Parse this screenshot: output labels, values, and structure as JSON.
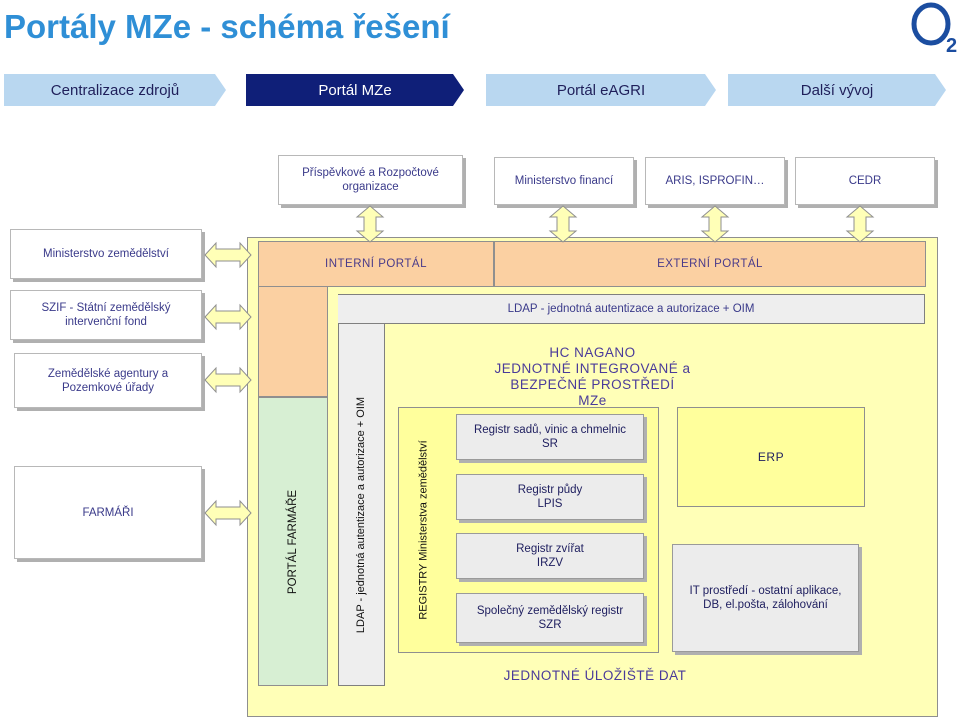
{
  "title": "Portály MZe - schéma řešení",
  "logo_text": "O2",
  "steps": [
    {
      "label": "Centralizace zdrojů"
    },
    {
      "label": "Portál MZe"
    },
    {
      "label": "Portál eAGRI"
    },
    {
      "label": "Další vývoj"
    }
  ],
  "top_boxes": {
    "prispevkove": "Příspěvkové a Rozpočtové organizace",
    "finance": "Ministerstvo financí",
    "aris": "ARIS, ISPROFIN…",
    "cedr": "CEDR"
  },
  "left_boxes": {
    "mze": "Ministerstvo zemědělství",
    "szif": "SZIF - Státní zemědělský intervenční fond",
    "agentury": "Zemědělské agentury a Pozemkové úřady",
    "farmari": "FARMÁŘI"
  },
  "portals": {
    "interni": "INTERNÍ PORTÁL",
    "externi": "EXTERNÍ PORTÁL",
    "farmare": "PORTÁL FARMÁŘE"
  },
  "ldap": {
    "horizontal": "LDAP - jednotná autentizace a autorizace + OIM",
    "vertical": "LDAP - jednotná autentizace a autorizace + OIM"
  },
  "hc_nagano": {
    "line1": "HC NAGANO",
    "line2": "JEDNOTNÉ INTEGROVANÉ a",
    "line3": "BEZPEČNÉ PROSTŘEDÍ",
    "line4": "MZe"
  },
  "registry": {
    "label": "REGISTRY Ministerstva zemědělství",
    "items": [
      {
        "line1": "Registr sadů, vinic a chmelnic",
        "line2": "SR"
      },
      {
        "line1": "Registr půdy",
        "line2": "LPIS"
      },
      {
        "line1": "Registr zvířat",
        "line2": "IRZV"
      },
      {
        "line1": "Společný zemědělský registr",
        "line2": "SZR"
      }
    ]
  },
  "erp": "ERP",
  "it_env": {
    "line1": "IT prostředí - ostatní aplikace,",
    "line2": "DB, el.pošta, zálohování"
  },
  "storage": "JEDNOTNÉ ÚLOŽIŠTĚ DAT",
  "colors": {
    "title": "#2f8fd6",
    "active_step": "#0f1f78",
    "step": "#b9d7f0",
    "portal": "#fbd0a2",
    "farmer_portal": "#d7efd3",
    "environment": "#ffffb7",
    "text": "#4a3b9a"
  }
}
